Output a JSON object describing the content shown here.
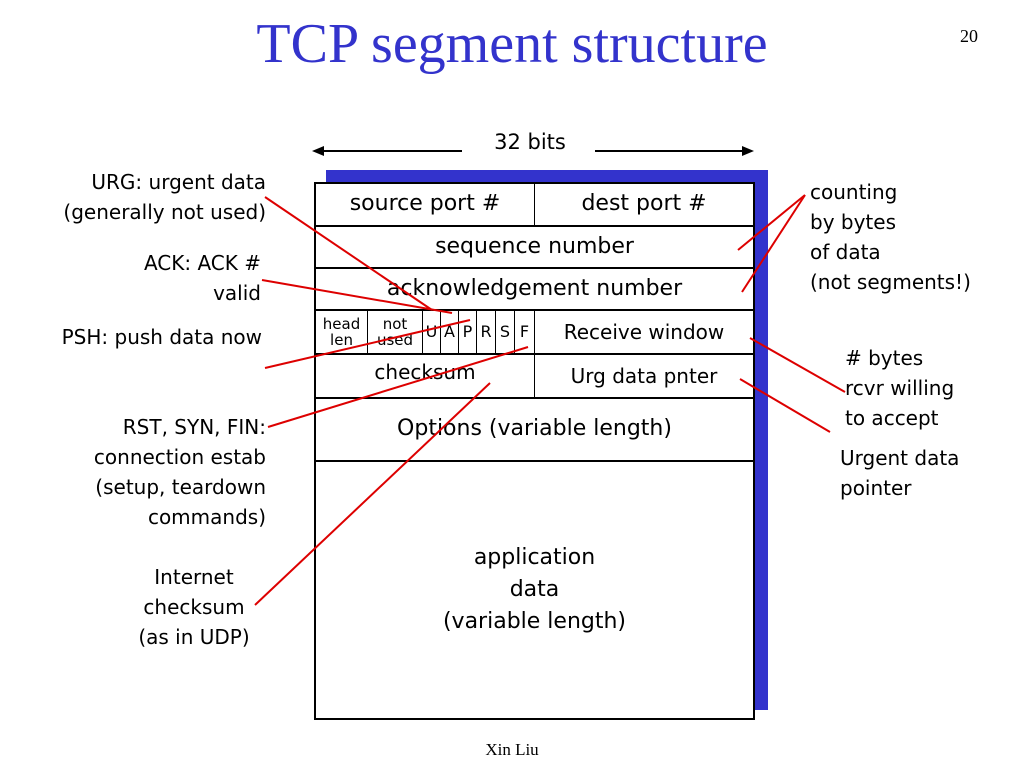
{
  "slide": {
    "title": "TCP segment structure",
    "number": "20",
    "footer": "Xin Liu"
  },
  "segment": {
    "width_label": "32 bits",
    "source_port": "source port #",
    "dest_port": "dest port #",
    "sequence_number": "sequence number",
    "ack_number": "acknowledgement number",
    "head_len": [
      "head",
      "len"
    ],
    "not_used": [
      "not",
      "used"
    ],
    "flags": [
      "U",
      "A",
      "P",
      "R",
      "S",
      "F"
    ],
    "receive_window": "Receive window",
    "checksum": "checksum",
    "urg_pointer": "Urg data pnter",
    "options": "Options (variable length)",
    "app_data": [
      "application",
      "data",
      "(variable length)"
    ]
  },
  "annotations": {
    "urg": [
      "URG: urgent data",
      "(generally not used)"
    ],
    "ack": [
      "ACK: ACK #",
      "valid"
    ],
    "psh": [
      "PSH: push data now"
    ],
    "rst": [
      "RST, SYN, FIN:",
      "connection estab",
      "(setup, teardown",
      "commands)"
    ],
    "checksum": [
      "Internet",
      "checksum",
      "(as in UDP)"
    ],
    "counting": [
      "counting",
      "by bytes",
      "of data",
      "(not segments!)"
    ],
    "bytes": [
      "# bytes",
      "rcvr willing",
      "to accept"
    ],
    "urgent_ptr": [
      "Urgent data",
      "pointer"
    ]
  },
  "colors": {
    "title": "#3333cc",
    "shadow": "#3333cc",
    "leader_lines": "#dd0000"
  }
}
